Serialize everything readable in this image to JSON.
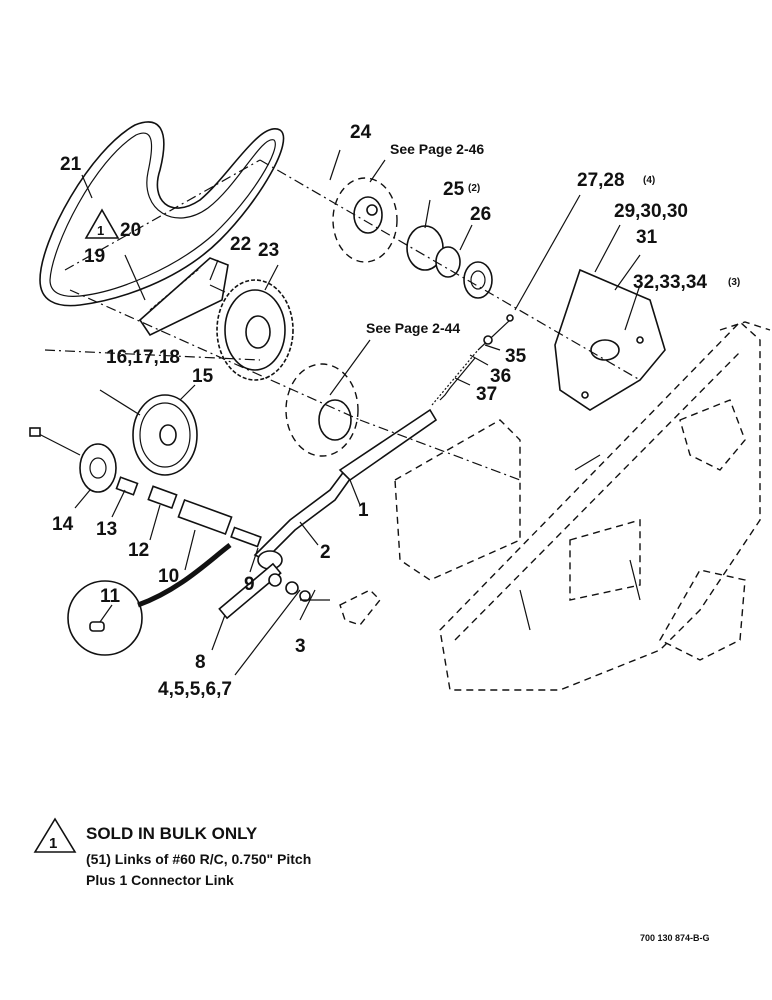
{
  "callouts": {
    "c1": "1",
    "c2": "2",
    "c3": "3",
    "c4_7": "4,5,5,6,7",
    "c8": "8",
    "c9": "9",
    "c10": "10",
    "c11": "11",
    "c12": "12",
    "c13": "13",
    "c14": "14",
    "c15": "15",
    "c16_18": "16,17,18",
    "c19": "19",
    "c20": "20",
    "c21": "21",
    "c22": "22",
    "c23": "23",
    "c24": "24",
    "c25": "25",
    "c25_qty": "(2)",
    "c26": "26",
    "c27_28": "27,28",
    "c27_28_qty": "(4)",
    "c29_30": "29,30,30",
    "c31": "31",
    "c32_34": "32,33,34",
    "c32_34_qty": "(3)",
    "c35": "35",
    "c36": "36",
    "c37": "37",
    "note_marker": "1"
  },
  "references": {
    "see_page_2_46": "See Page 2-46",
    "see_page_2_44": "See Page 2-44"
  },
  "note": {
    "marker": "1",
    "title": "SOLD IN BULK ONLY",
    "line1": "(51) Links of #60 R/C, 0.750\" Pitch",
    "line2": "Plus 1 Connector Link"
  },
  "drawing_code": "700 130 874-B-G"
}
